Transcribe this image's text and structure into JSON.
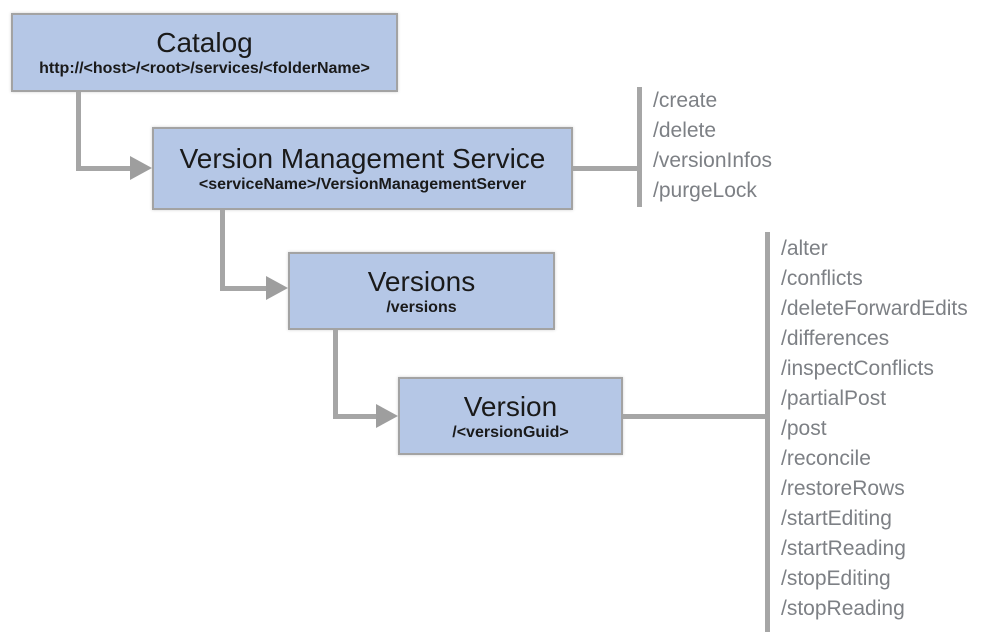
{
  "colors": {
    "box_fill": "#b5c7e6",
    "box_border": "#a3a3a3",
    "connector": "#a6a6a6",
    "arrow": "#9e9e9e",
    "endpoint_text": "#7d8085",
    "node_title_text": "#1a1a1a"
  },
  "nodes": {
    "catalog": {
      "title": "Catalog",
      "subtitle": "http://<host>/<root>/services/<folderName>"
    },
    "version_management_service": {
      "title": "Version Management Service",
      "subtitle": "<serviceName>/VersionManagementServer"
    },
    "versions": {
      "title": "Versions",
      "subtitle": "/versions"
    },
    "version": {
      "title": "Version",
      "subtitle": "/<versionGuid>"
    }
  },
  "endpoints": {
    "version_management_service": {
      "items": [
        "/create",
        "/delete",
        "/versionInfos",
        "/purgeLock"
      ]
    },
    "version": {
      "items": [
        "/alter",
        "/conflicts",
        "/deleteForwardEdits",
        "/differences",
        "/inspectConflicts",
        "/partialPost",
        "/post",
        "/reconcile",
        "/restoreRows",
        "/startEditing",
        "/startReading",
        "/stopEditing",
        "/stopReading"
      ]
    }
  }
}
